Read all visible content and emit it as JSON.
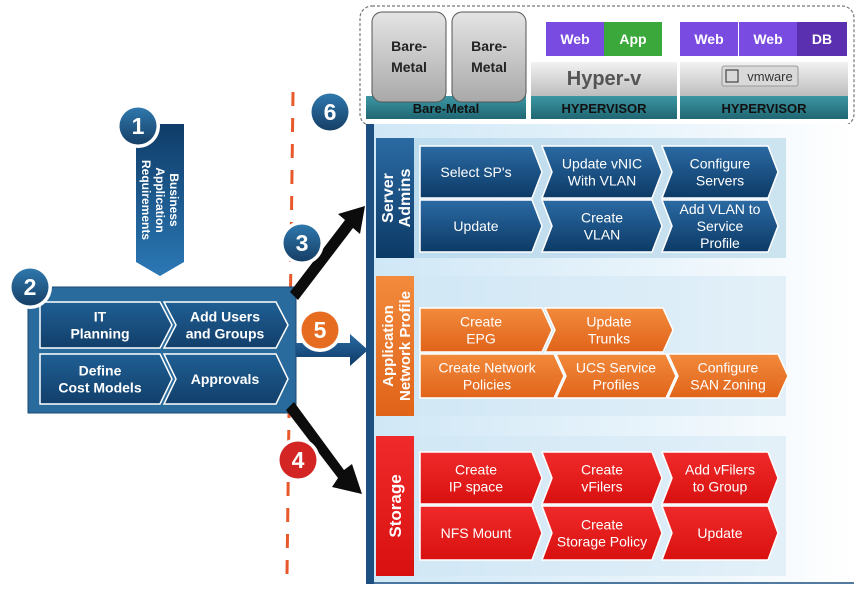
{
  "infrastructure": {
    "baremetal_box1": [
      "Bare-",
      "Metal"
    ],
    "baremetal_box2": [
      "Bare-",
      "Metal"
    ],
    "baremetal_label": "Bare-Metal",
    "hyperv": {
      "chip_web": "Web",
      "chip_app": "App",
      "name": "Hyper-v",
      "label": "HYPERVISOR"
    },
    "vmware": {
      "chip_web1": "Web",
      "chip_web2": "Web",
      "chip_db": "DB",
      "logo": "vmware",
      "label": "HYPERVISOR"
    }
  },
  "steps": {
    "step1": {
      "number": "1",
      "text": [
        "Business",
        "Application",
        "Requirements"
      ]
    },
    "step2": {
      "number": "2"
    },
    "step3": {
      "number": "3"
    },
    "step4": {
      "number": "4"
    },
    "step5": {
      "number": "5"
    },
    "step6": {
      "number": "6"
    }
  },
  "it_planning": {
    "cells": [
      [
        "IT",
        "Planning"
      ],
      [
        "Add Users",
        "and Groups"
      ],
      [
        "Define",
        "Cost Models"
      ],
      [
        "Approvals"
      ]
    ]
  },
  "server_admins": {
    "title": [
      "Server",
      "Admins"
    ],
    "row1": [
      [
        "Select SP's"
      ],
      [
        "Update vNIC",
        "With VLAN"
      ],
      [
        "Configure",
        "Servers"
      ]
    ],
    "row2": [
      [
        "Update"
      ],
      [
        "Create",
        "VLAN"
      ],
      [
        "Add VLAN to",
        "Service",
        "Profile"
      ]
    ]
  },
  "app_network_profile": {
    "title": [
      "Application",
      "Network Profile"
    ],
    "row1": [
      [
        "Create",
        "EPG"
      ],
      [
        "Update",
        "Trunks"
      ]
    ],
    "row2": [
      [
        "Create Network",
        "Policies"
      ],
      [
        "UCS  Service",
        "Profiles"
      ],
      [
        "Configure",
        "SAN Zoning"
      ]
    ]
  },
  "storage": {
    "title": [
      "Storage"
    ],
    "row1": [
      [
        "Create",
        "IP space"
      ],
      [
        "Create",
        "vFilers"
      ],
      [
        "Add vFilers",
        "to Group"
      ]
    ],
    "row2": [
      [
        "NFS Mount"
      ],
      [
        "Create",
        "Storage Policy"
      ],
      [
        "Update"
      ]
    ]
  },
  "colors": {
    "blue_dark": "#0d3e6d",
    "blue_mid": "#1a5c95",
    "orange": "#e8701f",
    "red": "#e61a1a",
    "teal": "#2e7e8a",
    "purple": "#7a4be0",
    "green": "#3aa83a",
    "circle_blue": "#1f5d8c",
    "circle_red": "#d42525",
    "circle_orange": "#e66c22"
  }
}
